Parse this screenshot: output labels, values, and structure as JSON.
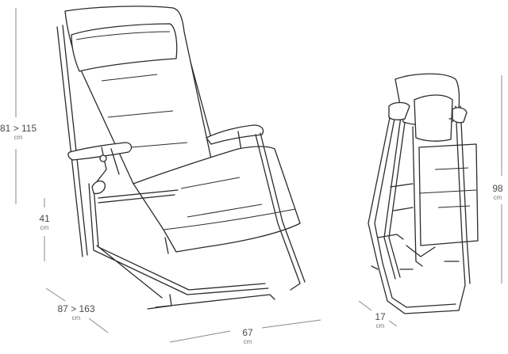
{
  "dimensions": {
    "height_open": {
      "value": "81 > 115",
      "unit": "cm"
    },
    "seat_height": {
      "value": "41",
      "unit": "cm"
    },
    "depth_open": {
      "value": "87 > 163",
      "unit": "cm"
    },
    "width_open": {
      "value": "67",
      "unit": "cm"
    },
    "height_folded": {
      "value": "98",
      "unit": "cm"
    },
    "depth_folded": {
      "value": "17",
      "unit": "cm"
    }
  }
}
